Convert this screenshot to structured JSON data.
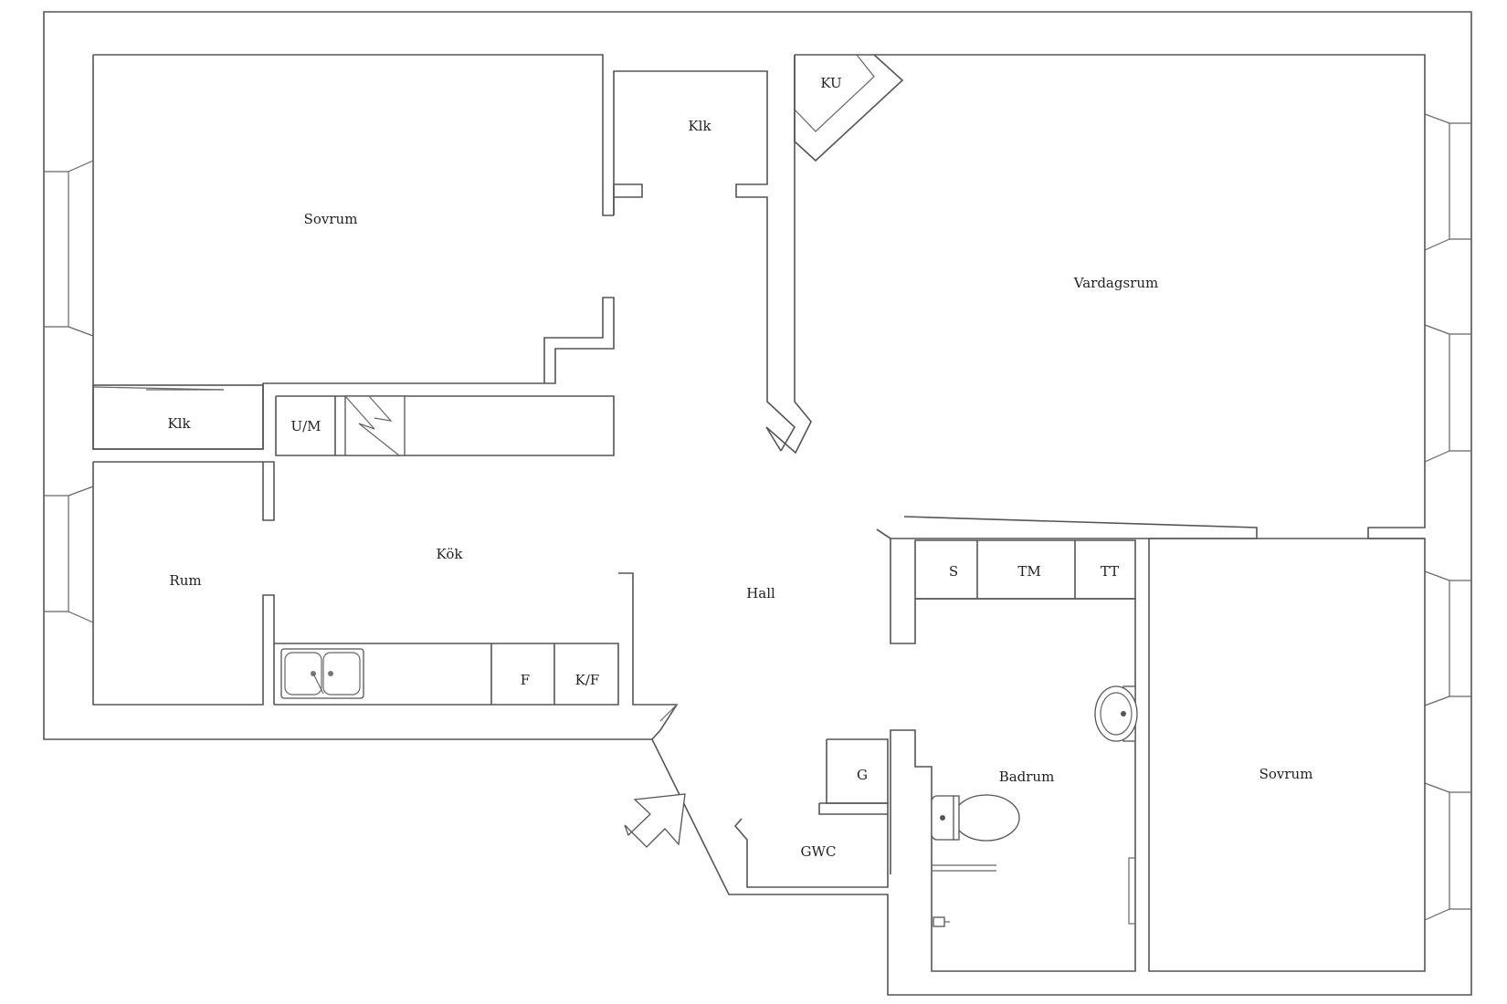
{
  "rooms": {
    "sovrum_top": "Sovrum",
    "klk_top": "Klk",
    "ku": "KU",
    "vardagsrum": "Vardagsrum",
    "klk_left": "Klk",
    "um": "U/M",
    "kok": "Kök",
    "rum": "Rum",
    "hall": "Hall",
    "s": "S",
    "tm": "TM",
    "tt": "TT",
    "f": "F",
    "kf": "K/F",
    "g": "G",
    "badrum": "Badrum",
    "gwc": "GWC",
    "sovrum_right": "Sovrum"
  },
  "icons": {
    "entrance": "entrance-arrow-icon",
    "sink": "double-sink-icon",
    "stove": "fireplace-icon",
    "washbasin": "washbasin-icon",
    "toilet": "toilet-icon"
  }
}
